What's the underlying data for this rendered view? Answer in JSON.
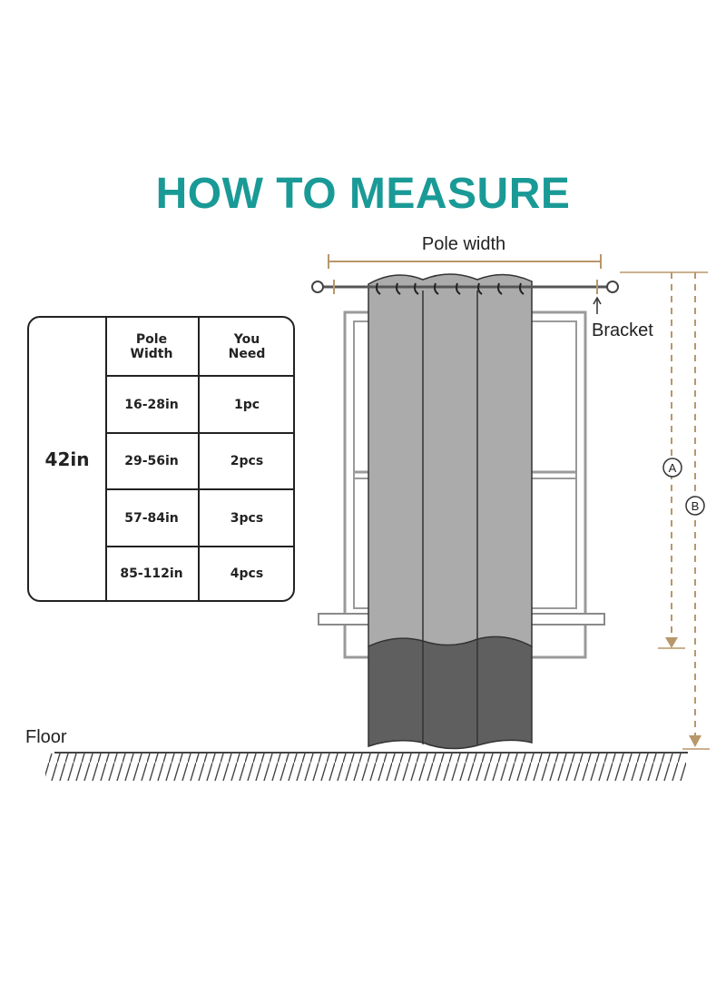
{
  "title": "HOW TO MEASURE",
  "colors": {
    "title": "#1a9a96",
    "accent": "#b8976a",
    "curtain_light": "#ababab",
    "curtain_dark": "#5f5f5f",
    "line": "#222222"
  },
  "size_table": {
    "fabric_width": "42in",
    "headers": {
      "pole_width": "Pole\nWidth",
      "you_need": "You\nNeed"
    },
    "rows": [
      {
        "pole_width": "16-28in",
        "you_need": "1pc"
      },
      {
        "pole_width": "29-56in",
        "you_need": "2pcs"
      },
      {
        "pole_width": "57-84in",
        "you_need": "3pcs"
      },
      {
        "pole_width": "85-112in",
        "you_need": "4pcs"
      }
    ]
  },
  "diagram": {
    "pole_width_label": "Pole width",
    "bracket_label": "Bracket",
    "marker_a": "A",
    "marker_b": "B",
    "floor_label": "Floor"
  }
}
